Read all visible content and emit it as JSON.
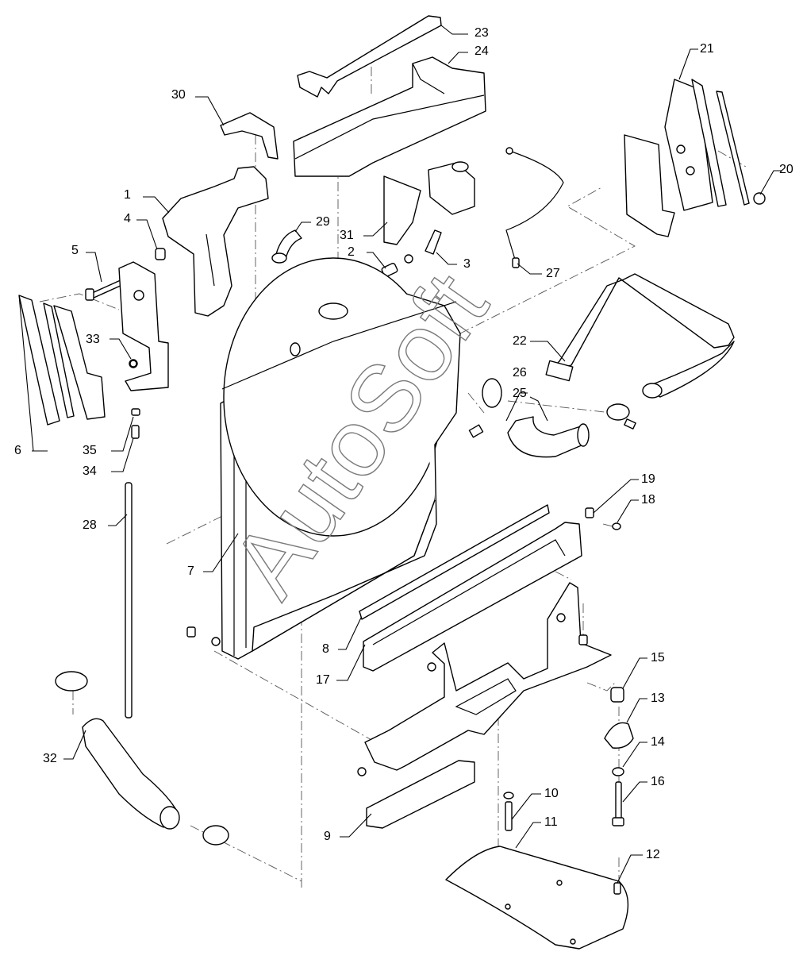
{
  "watermark": "AutoSoft",
  "callouts": {
    "c1": "1",
    "c2": "2",
    "c3": "3",
    "c4": "4",
    "c5": "5",
    "c6": "6",
    "c7": "7",
    "c8": "8",
    "c9": "9",
    "c10": "10",
    "c11": "11",
    "c12": "12",
    "c13": "13",
    "c14": "14",
    "c15": "15",
    "c16": "16",
    "c17": "17",
    "c18": "18",
    "c19": "19",
    "c20": "20",
    "c21": "21",
    "c22": "22",
    "c23": "23",
    "c24": "24",
    "c25": "25",
    "c26": "26",
    "c27": "27",
    "c28": "28",
    "c29": "29",
    "c30": "30",
    "c31": "31",
    "c32": "32",
    "c33": "33",
    "c34": "34",
    "c35": "35"
  }
}
